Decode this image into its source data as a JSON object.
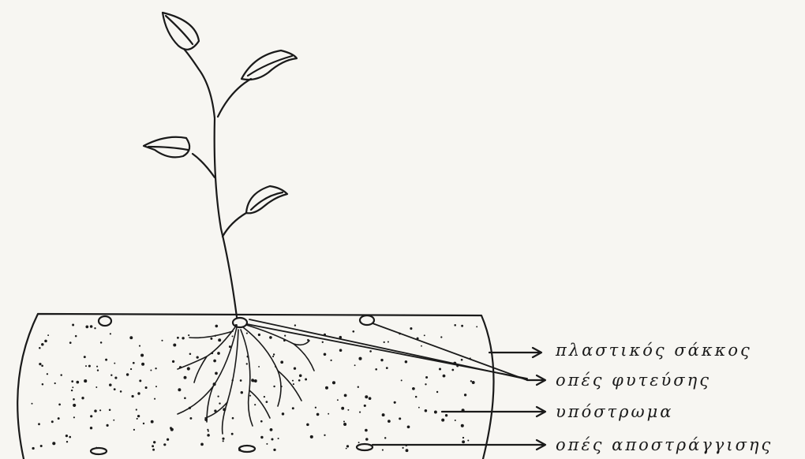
{
  "labels": {
    "bag": "πλαστικός σάκκος",
    "planting_holes": "οπές φυτεύσης",
    "substrate": "υπόστρωμα",
    "drainage_holes": "οπές αποστράγγισης"
  },
  "colors": {
    "ink": "#1a1a1a",
    "paper": "#f7f6f2"
  }
}
